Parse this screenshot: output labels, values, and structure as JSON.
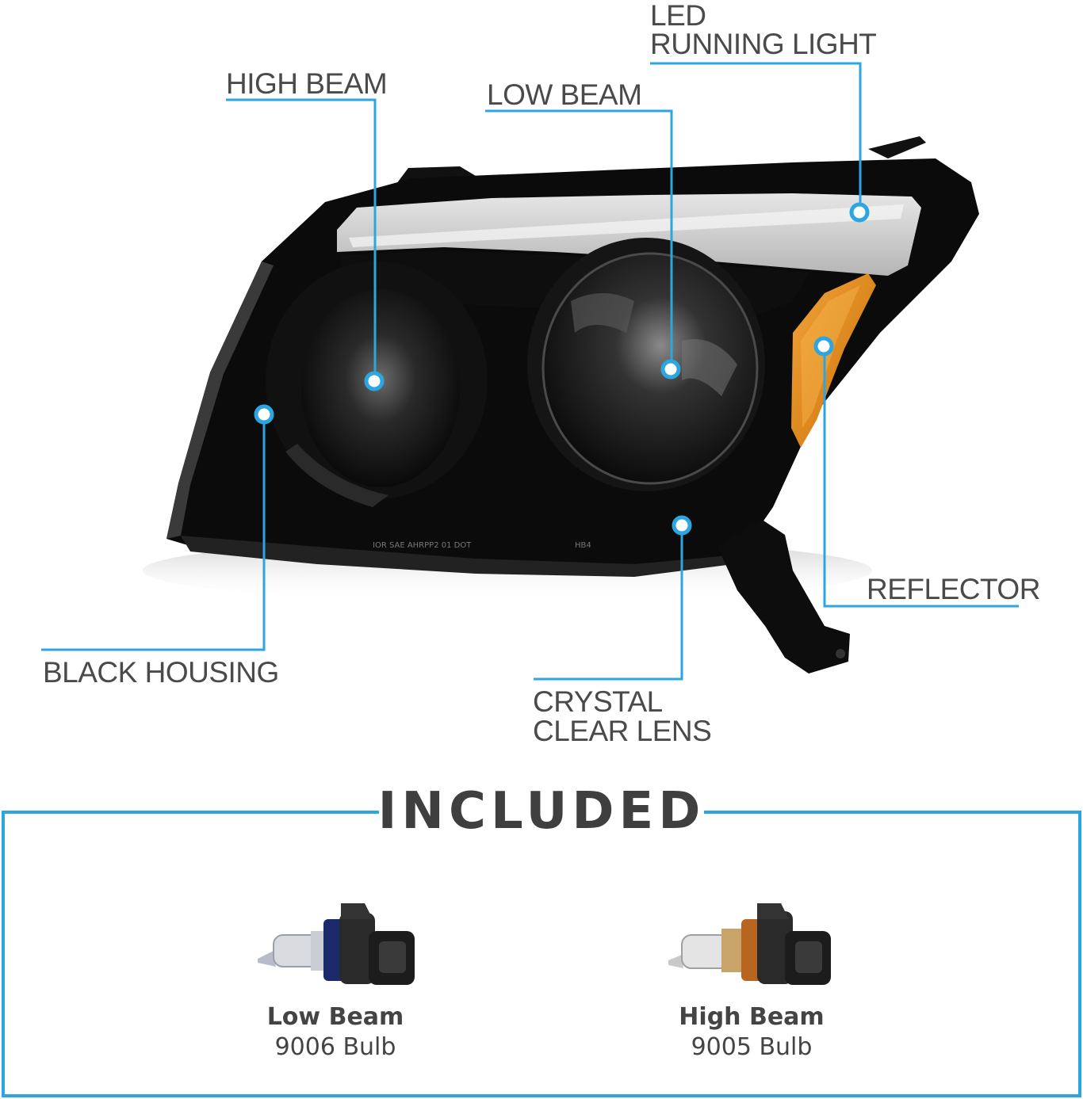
{
  "callouts": {
    "led_running_light": {
      "line1": "LED",
      "line2": "RUNNING LIGHT"
    },
    "high_beam": "HIGH BEAM",
    "low_beam": "LOW BEAM",
    "reflector": "REFLECTOR",
    "black_housing": "BLACK HOUSING",
    "crystal_clear_lens": {
      "line1": "CRYSTAL",
      "line2": "CLEAR LENS"
    }
  },
  "lens_markings": {
    "left": "IOR SAE AHRPP2 01 DOT",
    "right": "HB4"
  },
  "included": {
    "title": "INCLUDED",
    "items": [
      {
        "name": "Low Beam",
        "bulb": "9006 Bulb"
      },
      {
        "name": "High Beam",
        "bulb": "9005 Bulb"
      }
    ]
  },
  "colors": {
    "accent": "#2ca6e0",
    "amber": "#e08a12",
    "housing": "#0b0b0b"
  },
  "icons": [
    "headlight-assembly-image",
    "bulb-9006-image",
    "bulb-9005-image"
  ]
}
